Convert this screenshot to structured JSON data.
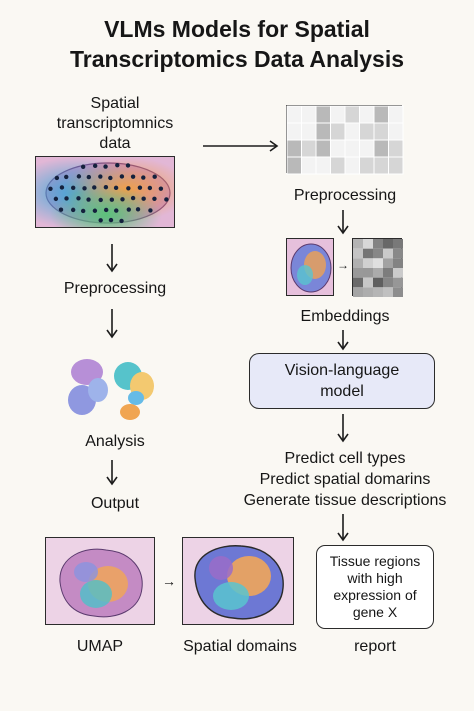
{
  "title": [
    "VLMs Models for Spatial",
    "Transcriptomics Data Analysis"
  ],
  "left_flow": {
    "input_label": [
      "Spatial",
      "transcriptomnics",
      "data"
    ],
    "preprocessing": "Preprocessing",
    "analysis": "Analysis",
    "output": "Output"
  },
  "right_flow": {
    "preprocessing": "Preprocessing",
    "embeddings": "Embeddings",
    "vlm": [
      "Vision-language",
      "model"
    ],
    "tasks": [
      "Predict cell types",
      "Predict spatial domarins",
      "Generate tissue descriptions"
    ]
  },
  "bottom": {
    "umap": "UMAP",
    "spatial_domains": "Spatial domains",
    "report_box": [
      "Tissue regions",
      "with high",
      "expression of",
      "gene X"
    ],
    "report": "report"
  }
}
